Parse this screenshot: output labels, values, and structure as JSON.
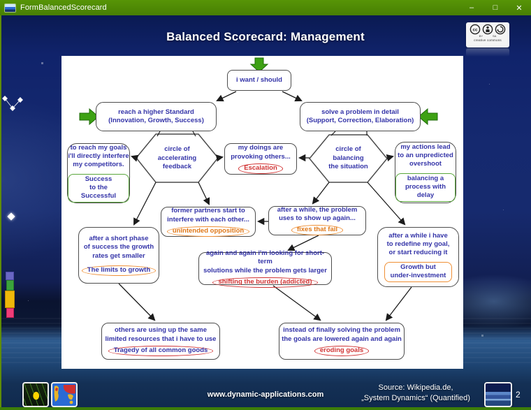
{
  "window": {
    "title": "FormBalancedScorecard",
    "minimize": "–",
    "maximize": "□",
    "close": "✕"
  },
  "header": {
    "title": "Balanced Scorecard: Management"
  },
  "license": {
    "cc": "cc",
    "by": "BY",
    "sa": "SA",
    "caption": "creative commons"
  },
  "diagram": {
    "want": {
      "text": "i want / should"
    },
    "standard": {
      "text": "reach a higher Standard\n(Innovation, Growth, Success)"
    },
    "solve": {
      "text": "solve a problem in detail\n(Support, Correction, Elaboration)"
    },
    "accel": {
      "text": "circle of\naccelerating\nfeedback"
    },
    "balance": {
      "text": "circle of\nbalancing\nthe situation"
    },
    "goals": {
      "text": "to reach my goals\ni'll directly interfere\nmy competitors.",
      "tag": "Success\nto the Successful"
    },
    "doings": {
      "text": "my doings are\nprovoking others...",
      "tag": "Escalation"
    },
    "actions": {
      "text": "my actions lead\nto an unpredicted\novershoot",
      "tag": "balancing a\nprocess with delay"
    },
    "partners": {
      "text": "former partners start to\ninterfere with each other...",
      "tag": "unintended opposition"
    },
    "shows_up": {
      "text": "after a while, the problem\nuses to show up again...",
      "tag": "fixes that fail"
    },
    "limits": {
      "text": "after a short phase\nof success the growth\nrates get smaller",
      "tag": "The limits to growth"
    },
    "burden": {
      "text": "again and again i'm looking for short-term\nsolutions while the problem gets larger",
      "tag": "shifting the burden (addicted)"
    },
    "redefine": {
      "text": "after a while i have\nto redefine my goal,\nor start reducing it",
      "tag": "Growth but\nunder-investment"
    },
    "tragedy": {
      "text": "others are using up the same\nlimited resources that i have to use",
      "tag": "Tragedy of all common goods"
    },
    "eroding": {
      "text": "instead of finally solving the problem\nthe goals are lowered again and again",
      "tag": "eroding goals"
    }
  },
  "footer": {
    "website": "www.dynamic-applications.com",
    "source_line1": "Source: Wikipedia.de,",
    "source_line2": "„System Dynamics“ (Quantified)",
    "page": "2"
  },
  "colors": {
    "titlebar_green": "#4f8c06",
    "accent_arrow_green": "#3da113",
    "node_text_blue": "#3434a8",
    "tag_red": "#d13434",
    "tag_orange": "#ef8f35",
    "tag_green": "#5aa73c",
    "header_navy": "#10236b",
    "canvas_white": "#ffffff"
  }
}
